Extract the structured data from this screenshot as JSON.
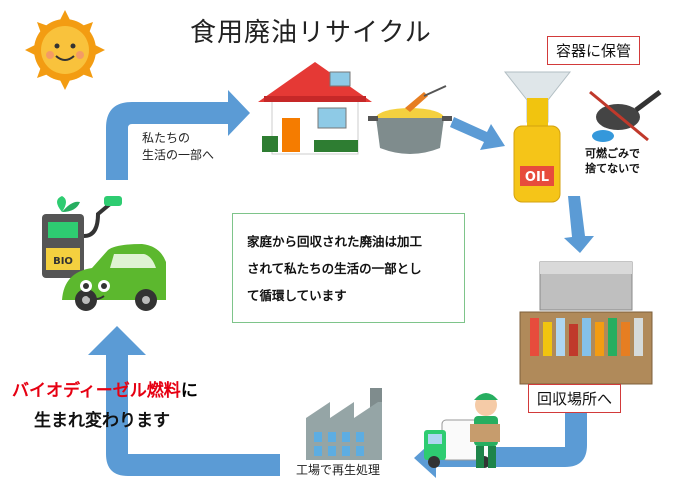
{
  "title": "食用廃油リサイクル",
  "labels": {
    "storage": "容器に保管",
    "collection": "回収場所へ",
    "factory": "工場で再生処理",
    "daily_life_line1": "私たちの",
    "daily_life_line2": "生活の一部へ",
    "no_burnable_line1": "可燃ごみで",
    "no_burnable_line2": "捨てないで",
    "oil_bottle": "OIL",
    "bio_pump": "BIO"
  },
  "center_text": {
    "line1": "家庭から回収された廃油は加工",
    "line2": "されて私たちの生活の一部とし",
    "line3": "て循環しています"
  },
  "biofuel": {
    "red_part": "バイオディーゼル燃料",
    "suffix": "に",
    "line2": "生まれ変わります"
  },
  "colors": {
    "arrow": "#5b9bd5",
    "accent_red": "#e60012",
    "box_green": "#7ec48a",
    "car_green": "#5cb82e"
  }
}
